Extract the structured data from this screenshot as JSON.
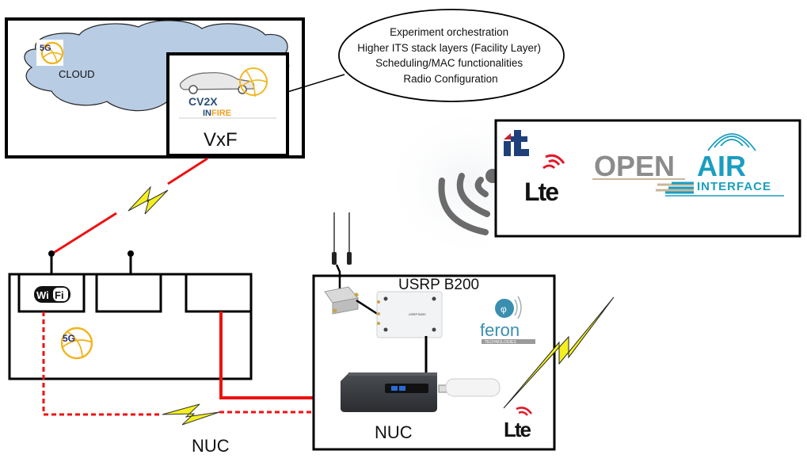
{
  "cloud_box": {
    "cloud_label": "CLOUD",
    "logo_5g": "5G",
    "vxf": {
      "label": "VxF",
      "logo_line1": "CV2X",
      "logo_line2_a": "IN",
      "logo_line2_b": "FIRE"
    }
  },
  "callout": {
    "lines": [
      "Experiment orchestration",
      "Higher ITS stack layers (Facility Layer)",
      "Scheduling/MAC functionalities",
      "Radio Configuration"
    ]
  },
  "oai_box": {
    "it_logo": "it",
    "lte_logo": "Lte",
    "brand_open": "OPEN",
    "brand_air": "AIR",
    "brand_interface": "INTERFACE"
  },
  "gateway_box": {
    "wifi_label_a": "Wi",
    "wifi_label_b": "Fi",
    "logo_5g": "5G",
    "nuc_label": "NUC"
  },
  "usrp_box": {
    "title": "USRP B200",
    "device_text": "USRP B200",
    "feron_label": "feron",
    "feron_sub": "TECHNOLOGIES",
    "nuc_label": "NUC",
    "lte_logo": "Lte"
  },
  "colors": {
    "link_red": "#ee1111",
    "bolt_yellow": "#f4f020",
    "cloud_fill": "#b8cce4",
    "oai_teal": "#1a9ec0",
    "oai_grey": "#8c8c8c",
    "feron_teal": "#3a8fb0",
    "it_blue": "#1f3f7a",
    "it_red": "#c8202a"
  }
}
